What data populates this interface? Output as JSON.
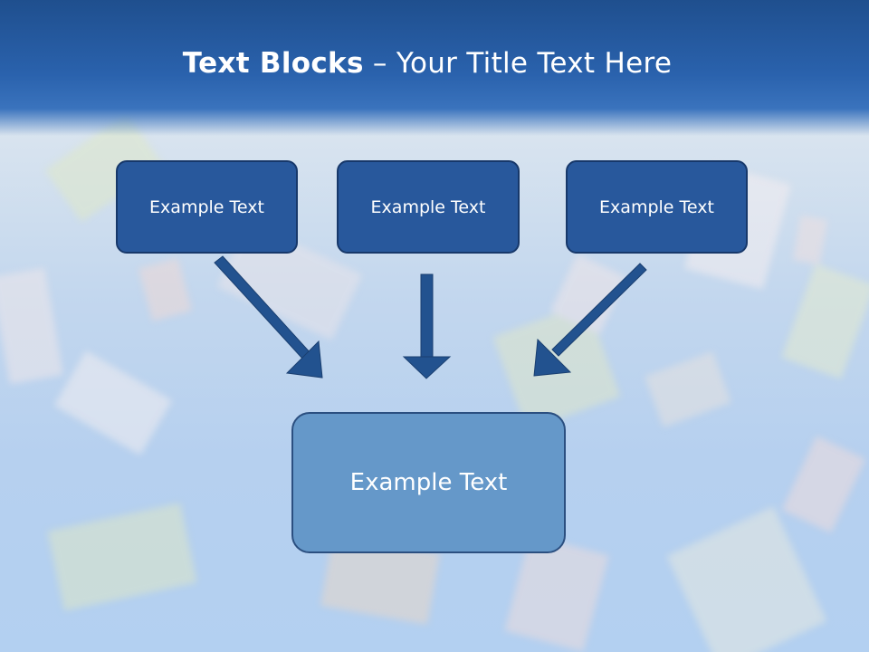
{
  "slide": {
    "title_bold": "Text Blocks",
    "title_rest": " – Your Title Text Here"
  },
  "blocks": [
    {
      "label": "Example Text"
    },
    {
      "label": "Example Text"
    },
    {
      "label": "Example Text"
    }
  ],
  "target": {
    "label": "Example Text"
  },
  "colors": {
    "header": "#2a62ad",
    "small_box": "#28589c",
    "main_box": "#6598c9",
    "arrow": "#22528f"
  },
  "background_image": "falling-euro-banknotes"
}
